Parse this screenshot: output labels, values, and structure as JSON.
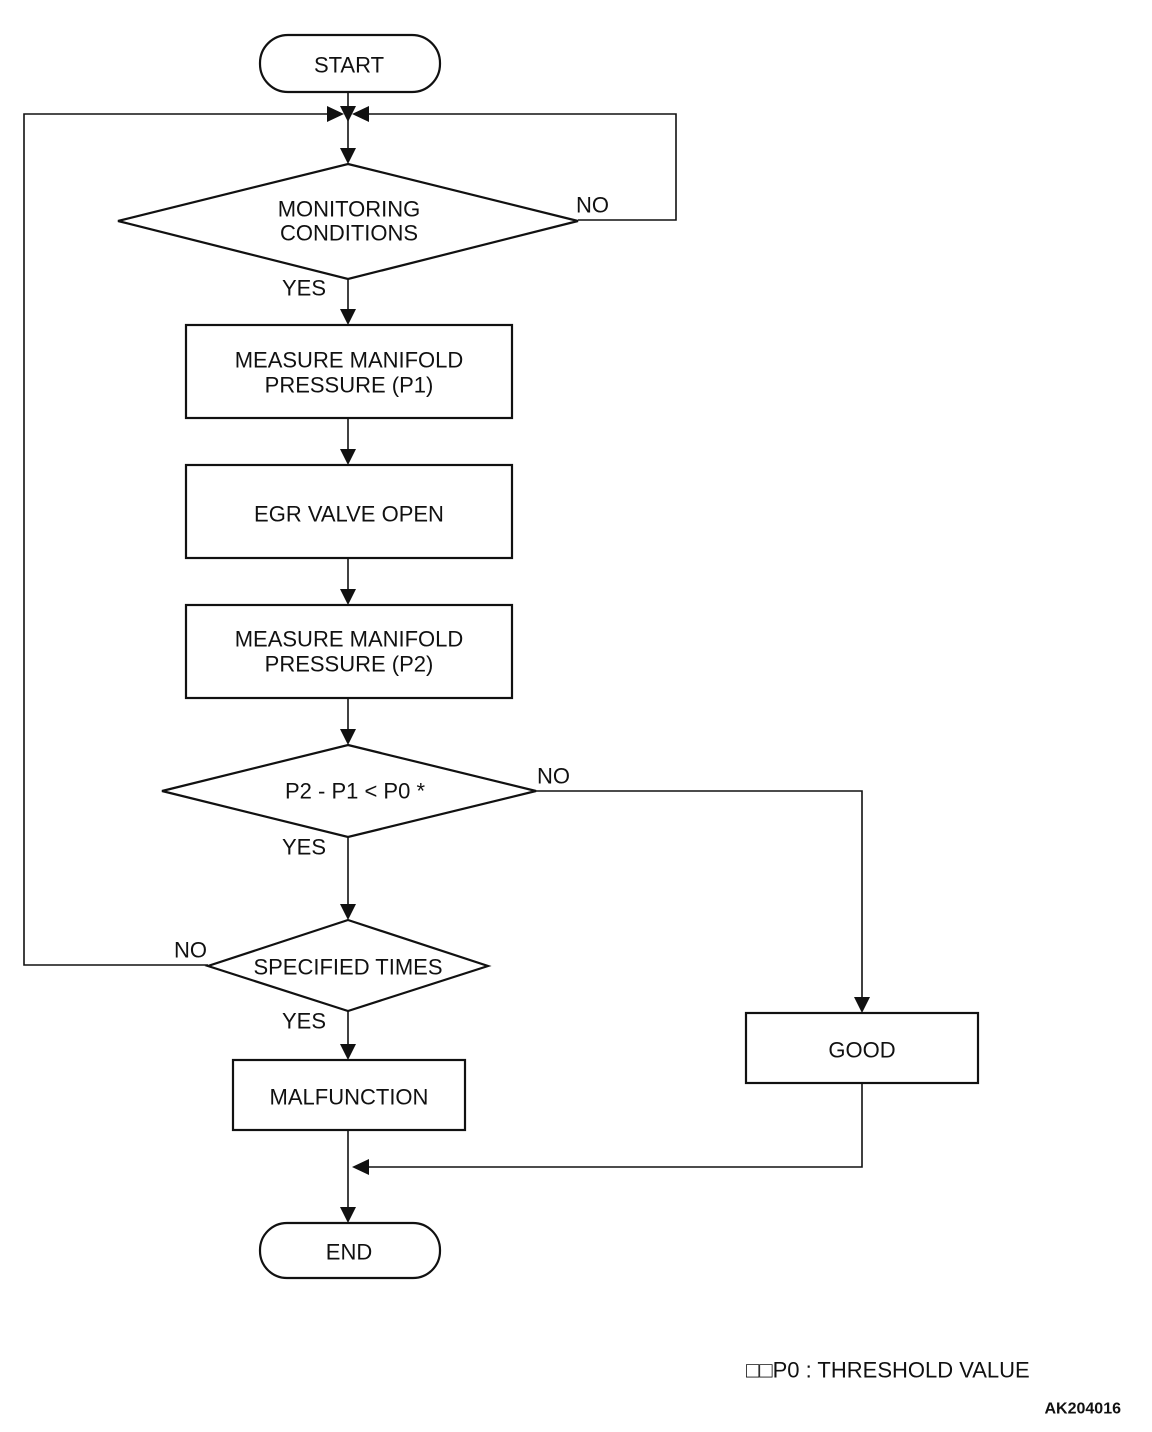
{
  "nodes": {
    "start": "START",
    "monitoring": [
      "MONITORING",
      "CONDITIONS"
    ],
    "measure_p1": [
      "MEASURE MANIFOLD",
      "PRESSURE (P1)"
    ],
    "egr_open": "EGR VALVE OPEN",
    "measure_p2": [
      "MEASURE MANIFOLD",
      "PRESSURE (P2)"
    ],
    "compare": "P2 - P1 < P0 *",
    "specified": "SPECIFIED TIMES",
    "malfunction": "MALFUNCTION",
    "good": "GOOD",
    "end": "END"
  },
  "edge_labels": {
    "monitoring_no": "NO",
    "monitoring_yes": "YES",
    "compare_no": "NO",
    "compare_yes": "YES",
    "specified_no": "NO",
    "specified_yes": "YES"
  },
  "footnote": "□□P0  : THRESHOLD VALUE",
  "figure_id": "AK204016"
}
